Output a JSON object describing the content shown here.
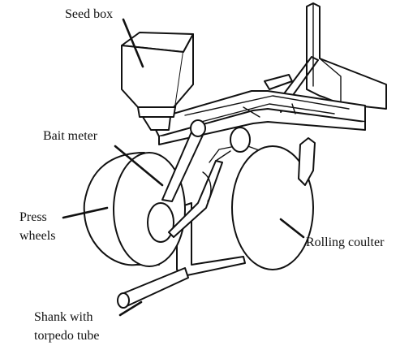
{
  "labels": {
    "seed_box": "Seed box",
    "bait_meter": "Bait meter",
    "press_wheels_line1": "Press",
    "press_wheels_line2": "wheels",
    "rolling_coulter": "Rolling coulter",
    "shank_line1": "Shank with",
    "shank_line2": "torpedo tube"
  }
}
